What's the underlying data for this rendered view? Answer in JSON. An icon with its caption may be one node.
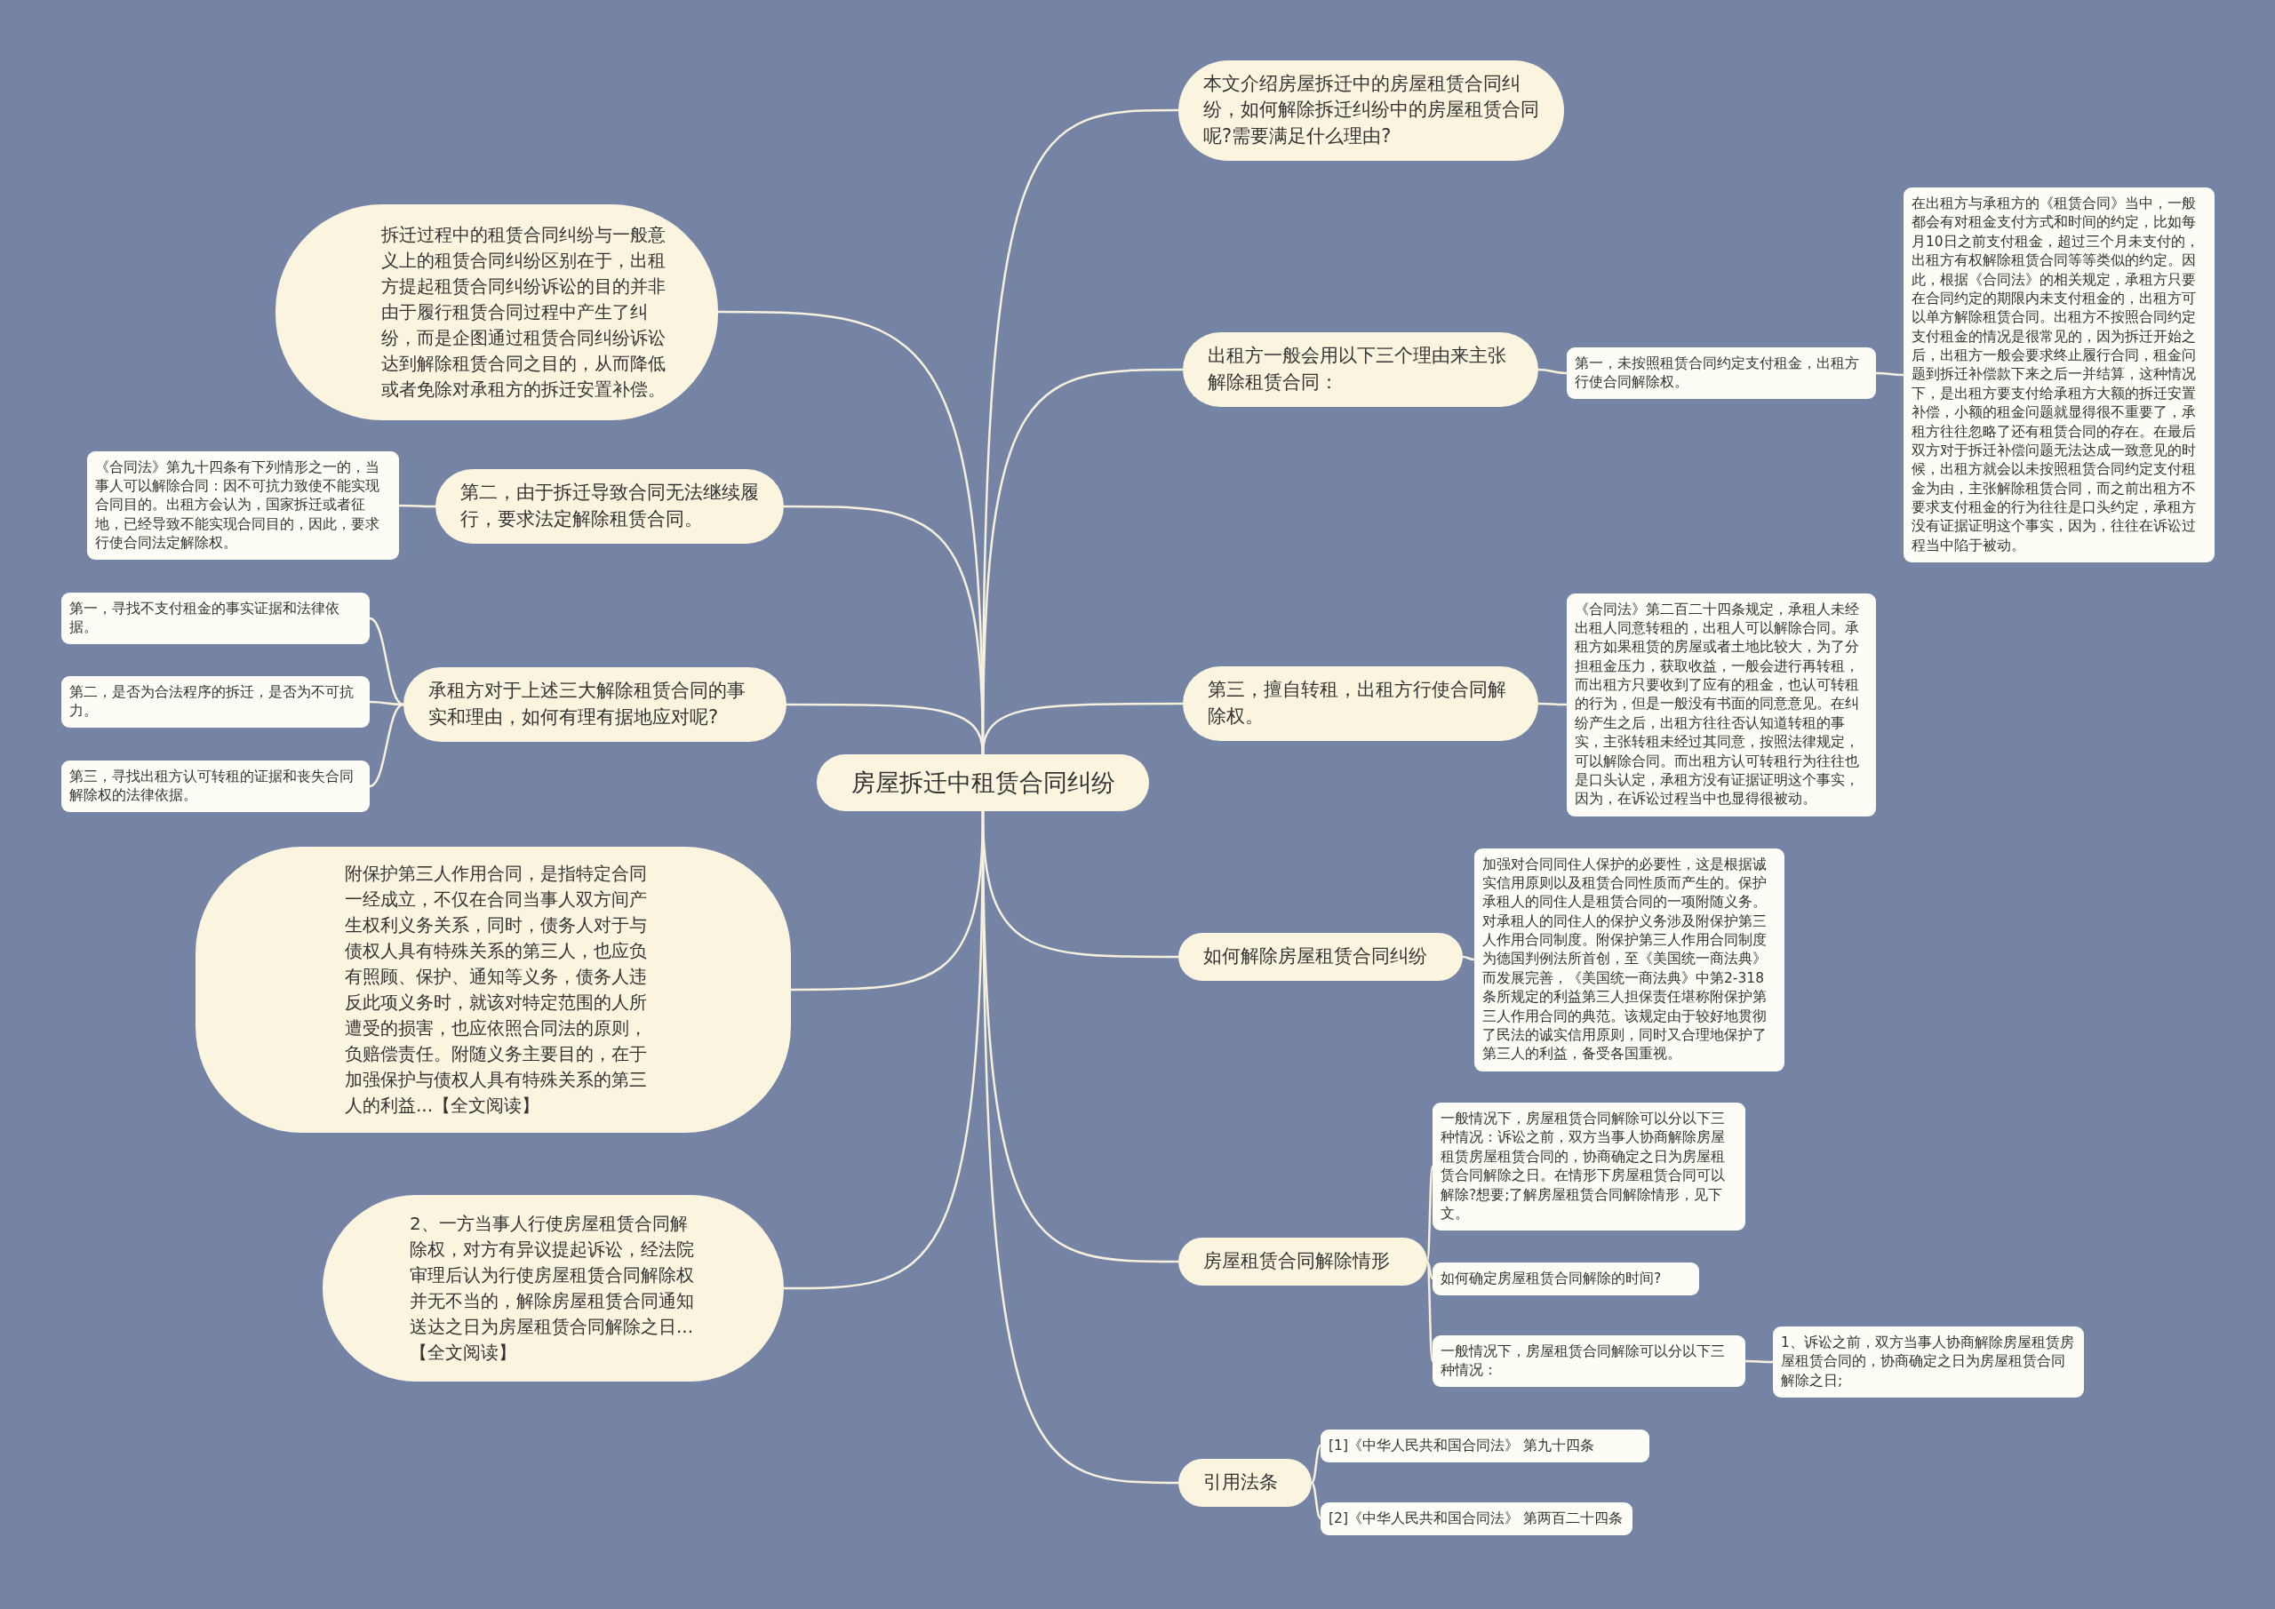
{
  "diagram": {
    "nodes": [
      {
        "text": [
          "房屋拆迁中租赁合同纠纷"
        ]
      },
      {
        "text": [
          "本文介绍房屋拆迁中的房屋租赁合同纠纷，如何解除拆迁纠纷中的房屋租赁合同呢?需要满足什么理由?"
        ]
      },
      {
        "text": [
          "出租方一般会用以下三个理由来主张解除租赁合同："
        ]
      },
      {
        "text": [
          "第一，未按照租赁合同约定支付租金，出租方行使合同解除权。"
        ]
      },
      {
        "text": [
          "在出租方与承租方的《租赁合同》当中，一般都会有对租金支付方式和时间的约定，比如每月10日之前支付租金，超过三个月未支付的，出租方有权解除租赁合同等等类似的约定。因此，根据《合同法》的相关规定，承租方只要在合同约定的期限内未支付租金的，出租方可以单方解除租赁合同。出租方不按照合同约定支付租金的情况是很常见的，因为拆迁开始之后，出租方一般会要求终止履行合同，租金问题到拆迁补偿款下来之后一并结算，这种情况下，是出租方要支付给承租方大额的拆迁安置补偿，小额的租金问题就显得很不重要了，承租方往往忽略了还有租赁合同的存在。在最后双方对于拆迁补偿问题无法达成一致意见的时候，出租方就会以未按照租赁合同约定支付租金为由，主张解除租赁合同，而之前出租方不要求支付租金的行为往往是口头约定，承租方没有证据证明这个事实，因为，往往在诉讼过程当中陷于被动。"
        ]
      },
      {
        "text": [
          "第三，擅自转租，出租方行使合同解除权。"
        ]
      },
      {
        "text": [
          "《合同法》第二百二十四条规定，承租人未经出租人同意转租的，出租人可以解除合同。承租方如果租赁的房屋或者土地比较大，为了分担租金压力，获取收益，一般会进行再转租，而出租方只要收到了应有的租金，也认可转租的行为，但是一般没有书面的同意意见。在纠纷产生之后，出租方往往否认知道转租的事实，主张转租未经过其同意，按照法律规定，可以解除合同。而出租方认可转租行为往往也是口头认定，承租方没有证据证明这个事实，因为，在诉讼过程当中也显得很被动。"
        ]
      },
      {
        "text": [
          "如何解除房屋租赁合同纠纷"
        ]
      },
      {
        "text": [
          "加强对合同同住人保护的必要性，这是根据诚实信用原则以及租赁合同性质而产生的。保护承租人的同住人是租赁合同的一项附随义务。对承租人的同住人的保护义务涉及附保护第三人作用合同制度。附保护第三人作用合同制度为德国判例法所首创，至《美国统一商法典》而发展完善，《美国统一商法典》中第2-318条所规定的利益第三人担保责任堪称附保护第三人作用合同的典范。该规定由于较好地贯彻了民法的诚实信用原则，同时又合理地保护了第三人的利益，备受各国重视。"
        ]
      },
      {
        "text": [
          "房屋租赁合同解除情形"
        ]
      },
      {
        "text": [
          "一般情况下，房屋租赁合同解除可以分以下三种情况：诉讼之前，双方当事人协商解除房屋租赁房屋租赁合同的，协商确定之日为房屋租赁合同解除之日。在情形下房屋租赁合同可以解除?想要;了解房屋租赁合同解除情形，见下文。"
        ]
      },
      {
        "text": [
          "如何确定房屋租赁合同解除的时间?"
        ]
      },
      {
        "text": [
          "一般情况下，房屋租赁合同解除可以分以下三种情况："
        ]
      },
      {
        "text": [
          "1、诉讼之前，双方当事人协商解除房屋租赁房屋租赁合同的，协商确定之日为房屋租赁合同解除之日;"
        ]
      },
      {
        "text": [
          "引用法条"
        ]
      },
      {
        "text": [
          "[1]《中华人民共和国合同法》 第九十四条"
        ]
      },
      {
        "text": [
          "[2]《中华人民共和国合同法》 第两百二十四条"
        ]
      },
      {
        "text": [
          "拆迁过程中的租赁合同纠纷与一般意义上的租赁合同纠纷区别在于，出租方提起租赁合同纠纷诉讼的目的并非由于履行租赁合同过程中产生了纠纷，而是企图通过租赁合同纠纷诉讼达到解除租赁合同之目的，从而降低或者免除对承租方的拆迁安置补偿。"
        ]
      },
      {
        "text": [
          "第二，由于拆迁导致合同无法继续履行，要求法定解除租赁合同。"
        ]
      },
      {
        "text": [
          "《合同法》第九十四条有下列情形之一的，当事人可以解除合同：因不可抗力致使不能实现合同目的。出租方会认为，国家拆迁或者征地，已经导致不能实现合同目的，因此，要求行使合同法定解除权。"
        ]
      },
      {
        "text": [
          "承租方对于上述三大解除租赁合同的事实和理由，如何有理有据地应对呢?"
        ]
      },
      {
        "text": [
          "第一，寻找不支付租金的事实证据和法律依据。"
        ]
      },
      {
        "text": [
          "第二，是否为合法程序的拆迁，是否为不可抗力。"
        ]
      },
      {
        "text": [
          "第三，寻找出租方认可转租的证据和丧失合同解除权的法律依据。"
        ]
      },
      {
        "text": [
          "附保护第三人作用合同，是指特定合同一经成立，不仅在合同当事人双方间产生权利义务关系，同时，债务人对于与债权人具有特殊关系的第三人，也应负有照顾、保护、通知等义务，债务人违反此项义务时，就该对特定范围的人所遭受的损害，也应依照合同法的原则，负赔偿责任。附随义务主要目的，在于加强保护与债权人具有特殊关系的第三人的利益...【全文阅读】"
        ]
      },
      {
        "text": [
          "2、一方当事人行使房屋租赁合同解除权，对方有异议提起诉讼，经法院审理后认为行使房屋租赁合同解除权并无不当的，解除房屋租赁合同通知送达之日为房屋租赁合同解除之日...【全文阅读】"
        ]
      }
    ],
    "edges": [
      {
        "from": 0,
        "to": 1,
        "arrow": "none"
      },
      {
        "from": 0,
        "to": 2,
        "arrow": "none"
      },
      {
        "from": 2,
        "to": 3,
        "arrow": "none"
      },
      {
        "from": 3,
        "to": 4,
        "arrow": "none"
      },
      {
        "from": 0,
        "to": 5,
        "arrow": "none"
      },
      {
        "from": 5,
        "to": 6,
        "arrow": "none"
      },
      {
        "from": 0,
        "to": 7,
        "arrow": "none"
      },
      {
        "from": 7,
        "to": 8,
        "arrow": "none"
      },
      {
        "from": 0,
        "to": 9,
        "arrow": "none"
      },
      {
        "from": 9,
        "to": 10,
        "arrow": "none"
      },
      {
        "from": 9,
        "to": 11,
        "arrow": "none"
      },
      {
        "from": 9,
        "to": 12,
        "arrow": "none"
      },
      {
        "from": 12,
        "to": 13,
        "arrow": "none"
      },
      {
        "from": 0,
        "to": 14,
        "arrow": "none"
      },
      {
        "from": 14,
        "to": 15,
        "arrow": "none"
      },
      {
        "from": 14,
        "to": 16,
        "arrow": "none"
      },
      {
        "from": 0,
        "to": 17,
        "arrow": "none"
      },
      {
        "from": 0,
        "to": 18,
        "arrow": "none"
      },
      {
        "from": 18,
        "to": 19,
        "arrow": "none"
      },
      {
        "from": 0,
        "to": 20,
        "arrow": "none"
      },
      {
        "from": 20,
        "to": 21,
        "arrow": "none"
      },
      {
        "from": 20,
        "to": 22,
        "arrow": "none"
      },
      {
        "from": 20,
        "to": 23,
        "arrow": "none"
      },
      {
        "from": 0,
        "to": 24,
        "arrow": "none"
      },
      {
        "from": 0,
        "to": 25,
        "arrow": "none"
      }
    ]
  }
}
